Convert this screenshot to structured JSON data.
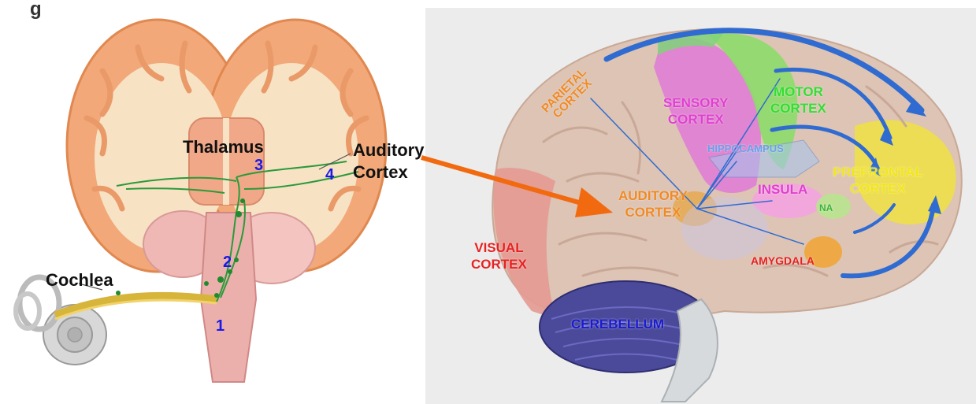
{
  "corner_mark": "g",
  "left_panel": {
    "labels": {
      "thalamus": "Thalamus",
      "auditory_cortex_line1": "Auditory",
      "auditory_cortex_line2": "Cortex",
      "cochlea": "Cochlea"
    },
    "pathway_numbers": [
      "1",
      "2",
      "3",
      "4"
    ]
  },
  "right_panel": {
    "regions": {
      "parietal": [
        "PARIETAL",
        "CORTEX"
      ],
      "sensory": [
        "SENSORY",
        "CORTEX"
      ],
      "motor": [
        "MOTOR",
        "CORTEX"
      ],
      "hippocampus": "HIPPOCAMPUS",
      "prefrontal": [
        "PREFRONTAL",
        "CORTEX"
      ],
      "auditory": [
        "AUDITORY",
        "CORTEX"
      ],
      "insula": "INSULA",
      "na": "NA",
      "visual": [
        "VISUAL",
        "CORTEX"
      ],
      "amygdala": "AMYGDALA",
      "cerebellum": "CEREBELLUM"
    }
  },
  "colors": {
    "cortex_label": "#f08a24",
    "sensory": "#e040d0",
    "motor": "#33dd33",
    "prefrontal": "#f2e61a",
    "visual": "#e62222",
    "amygdala": "#e62222",
    "cerebellum": "#1a1ad0",
    "hippocampus": "#6aa0e8",
    "na": "#3cb43c",
    "arrow": "#f26a10",
    "pathway_blue": "#2f6bd0",
    "pathway_green": "#2a9a3a",
    "number_blue": "#1a1ae6"
  }
}
